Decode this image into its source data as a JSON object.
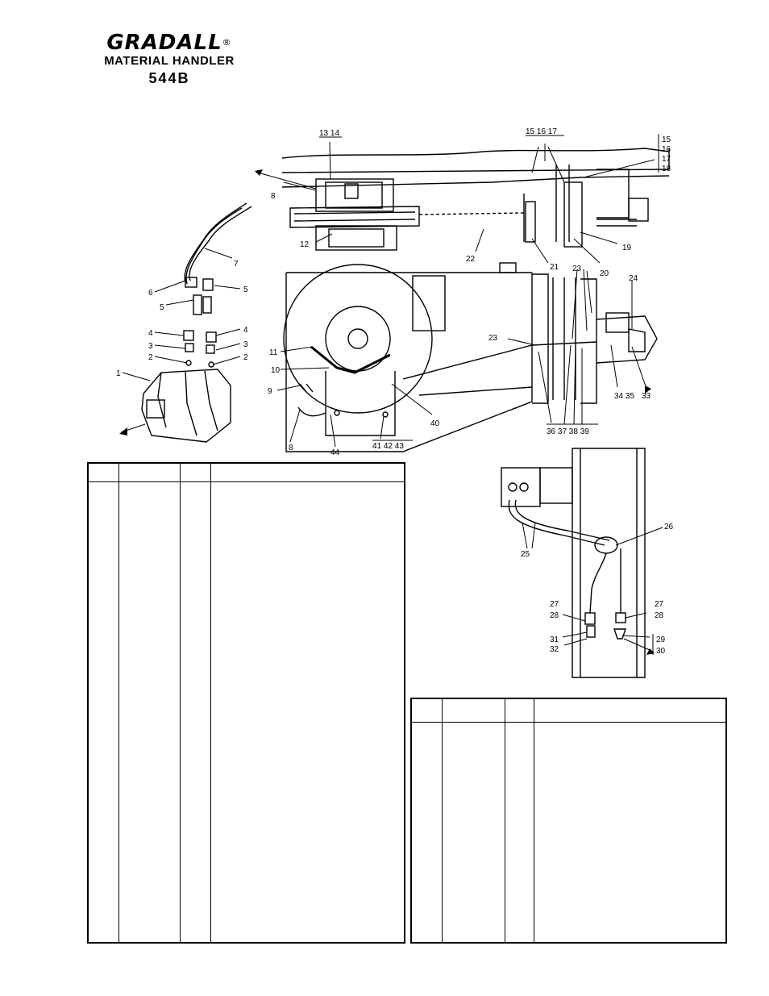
{
  "header": {
    "brand": "GRADALL",
    "registered_mark": "®",
    "subtitle": "MATERIAL HANDLER",
    "model": "544B"
  },
  "callouts": {
    "c1": "1",
    "c2": "2",
    "c3": "3",
    "c4": "4",
    "c5": "5",
    "c6": "6",
    "c7": "7",
    "c8": "8",
    "c9": "9",
    "c10": "10",
    "c11": "11",
    "c12": "12",
    "c13_14": "13  14",
    "c15_16_17": "15  16  17",
    "c15_18_stack": [
      "15",
      "16",
      "17",
      "18"
    ],
    "c19": "19",
    "c20": "20",
    "c21": "21",
    "c22": "22",
    "c23": "23",
    "c24": "24",
    "c25": "25",
    "c26": "26",
    "c27": "27",
    "c28": "28",
    "c29_30": [
      "29",
      "30"
    ],
    "c31_32": [
      "31",
      "32"
    ],
    "c33": "33",
    "c34_35": "34  35",
    "c36_39": "36 37 38  39",
    "c40": "40",
    "c41_43": "41  42  43",
    "c44": "44"
  },
  "tables": {
    "left": {
      "headers": [
        "",
        "",
        "",
        ""
      ]
    },
    "right": {
      "headers": [
        "",
        "",
        "",
        ""
      ]
    }
  }
}
